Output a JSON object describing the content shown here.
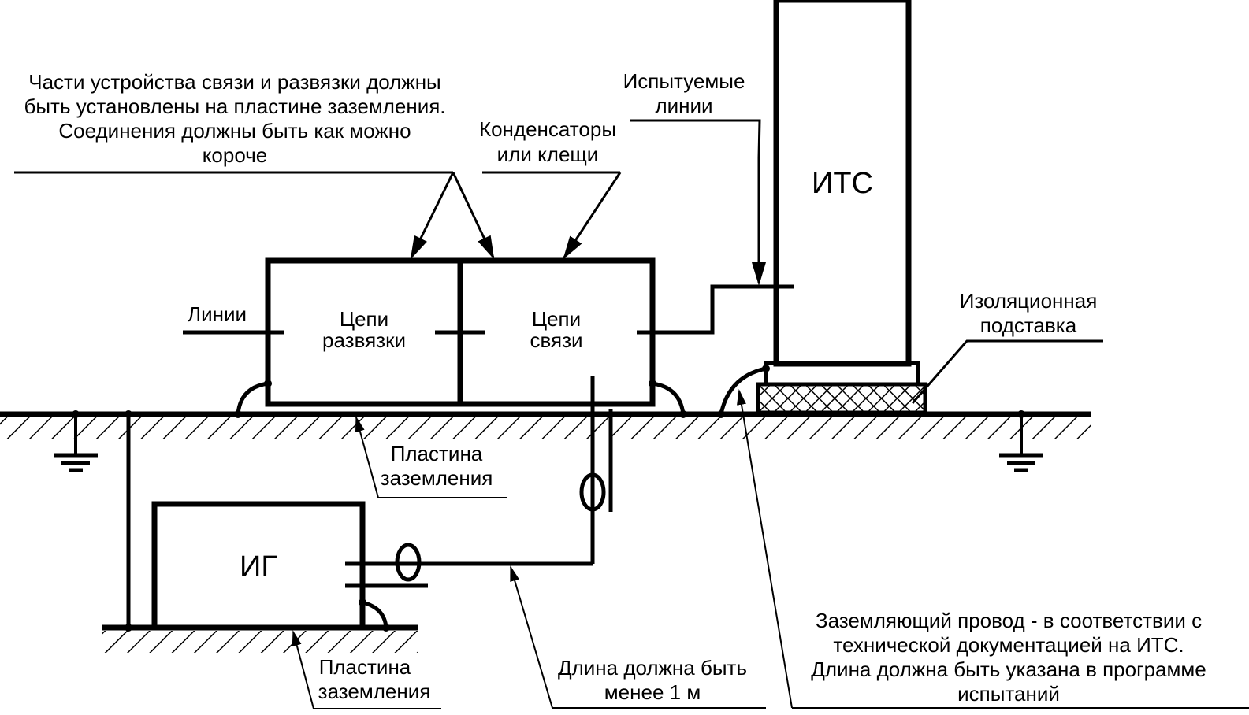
{
  "diagram": {
    "title_note": [
      "Части устройства связи и развязки должны",
      "быть установлены на пластине заземления.",
      "Соединения должны быть как можно",
      "короче"
    ],
    "capacitors_label": [
      "Конденсаторы",
      "или клещи"
    ],
    "tested_lines_label": [
      "Испытуемые",
      "линии"
    ],
    "eut_label": "ИТС",
    "insulating_support_label": [
      "Изоляционная",
      "подставка"
    ],
    "lines_label": "Линии",
    "decoupling_block_label": [
      "Цепи",
      "развязки"
    ],
    "coupling_block_label": [
      "Цепи",
      "связи"
    ],
    "ground_plate_label_upper": [
      "Пластина",
      "заземления"
    ],
    "generator_label": "ИГ",
    "ground_plate_label_lower": [
      "Пластина",
      "заземления"
    ],
    "length_note": [
      "Длина должна быть",
      "менее 1 м"
    ],
    "ground_wire_note": [
      "Заземляющий провод - в соответствии с",
      "технической документацией на ИТС.",
      "Длина должна быть указана в программе",
      "испытаний"
    ]
  }
}
